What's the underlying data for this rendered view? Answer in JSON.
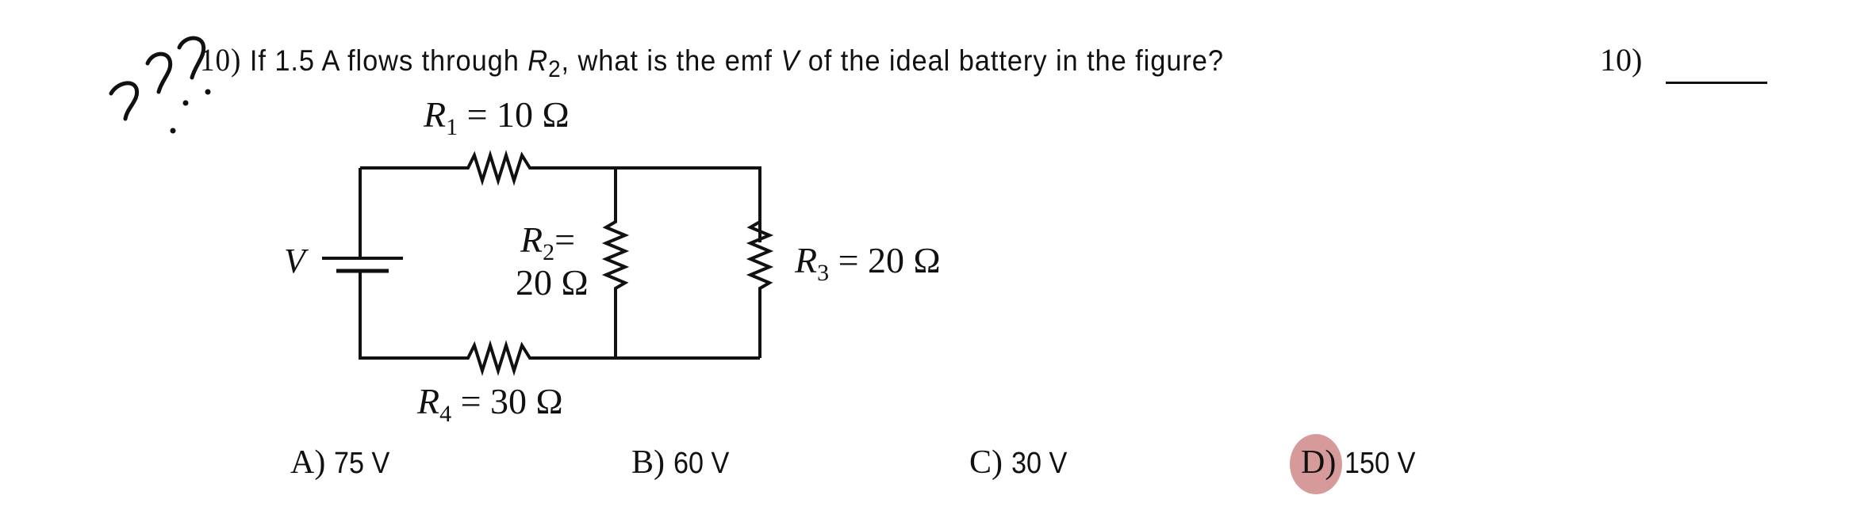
{
  "question": {
    "number": "10)",
    "text_before": " If 1.5 A flows through ",
    "resistor_symbol": "R",
    "resistor_subscript": "2",
    "text_middle": ", what is the emf ",
    "emf_symbol": "V",
    "text_after": " of the ideal battery in the figure?"
  },
  "answer_area": {
    "label": "10)"
  },
  "circuit": {
    "battery_label": "V",
    "r1": {
      "symbol": "R",
      "subscript": "1",
      "value": "= 10 Ω"
    },
    "r2": {
      "symbol": "R",
      "subscript": "2",
      "equals": "=",
      "value": "20 Ω"
    },
    "r3": {
      "symbol": "R",
      "subscript": "3",
      "value": "= 20 Ω"
    },
    "r4": {
      "symbol": "R",
      "subscript": "4",
      "value": "= 30 Ω"
    }
  },
  "choices": [
    {
      "letter": "A)",
      "value": "75 V"
    },
    {
      "letter": "B)",
      "value": "60 V"
    },
    {
      "letter": "C)",
      "value": "30 V"
    },
    {
      "letter": "D)",
      "value": "150 V"
    }
  ],
  "handwriting": {
    "note": "???"
  },
  "colors": {
    "ink": "#111111",
    "highlight": "#d79a9a"
  }
}
